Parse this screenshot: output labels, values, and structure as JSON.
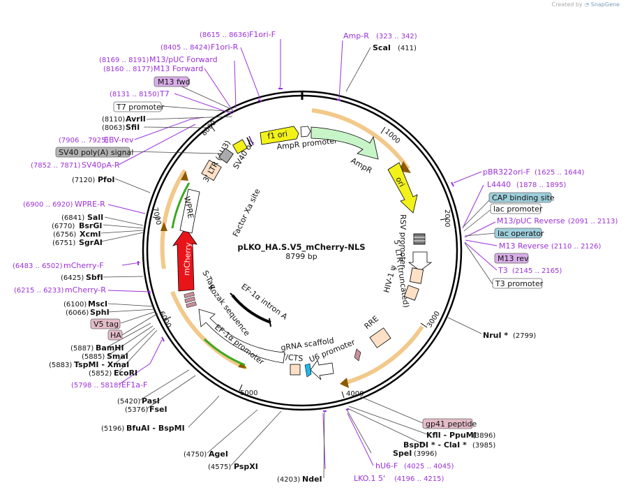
{
  "credit": {
    "prefix": "Created by",
    "brand": "SnapGene"
  },
  "plasmid": {
    "name": "pLKO_HA.S.V5_mCherry-NLS",
    "length": "8799 bp"
  },
  "ticks": [
    "1000",
    "2000",
    "3000",
    "4000",
    "5000",
    "6000",
    "7000",
    "8000"
  ],
  "features": {
    "f1ori": "f1 ori",
    "amprpromoter": "AmpR promoter",
    "ampr": "AmpR",
    "ori": "ori",
    "rsv": "RSV promoter",
    "ltr5": "5' LTR (truncated)",
    "hiv": "HIV-1 ψ",
    "rre": "RRE",
    "u6": "U6 promoter",
    "grna": "gRNA scaffold",
    "cppt": "cPPT/CTS",
    "ef1a": "EF-1α promoter",
    "ef1aintron": "EF-1α intron A",
    "kozak": "Kozak sequence",
    "stag": "S-Tag",
    "mcherry": "mCherry",
    "wpre": "WPRE",
    "ltr3": "3' LTR (ΔU3)",
    "sv40ori": "SV40 ori",
    "factorxa": "Factor Xa site"
  },
  "primers": [
    {
      "name": "F1ori-F",
      "range": "(8615 .. 8636)"
    },
    {
      "name": "F1ori-R",
      "range": "(8405 .. 8424)"
    },
    {
      "name": "M13/pUC Forward",
      "range": "(8169 .. 8191)"
    },
    {
      "name": "M13 Forward",
      "range": "(8160 .. 8177)"
    },
    {
      "name": "T7",
      "range": "(8131 .. 8150)"
    },
    {
      "name": "EBV-rev",
      "range": "(7906 .. 7925)"
    },
    {
      "name": "SV40pA-R",
      "range": "(7852 .. 7871)"
    },
    {
      "name": "WPRE-R",
      "range": "(6900 .. 6920)"
    },
    {
      "name": "mCherry-F",
      "range": "(6483 .. 6502)"
    },
    {
      "name": "mCherry-R",
      "range": "(6215 .. 6233)"
    },
    {
      "name": "EF1a-F",
      "range": "(5798 .. 5818)"
    },
    {
      "name": "Amp-R",
      "range": "(323 .. 342)"
    },
    {
      "name": "pBR322ori-F",
      "range": "(1625 .. 1644)"
    },
    {
      "name": "L4440",
      "range": "(1878 .. 1895)"
    },
    {
      "name": "M13/pUC Reverse",
      "range": "(2091 .. 2113)"
    },
    {
      "name": "M13 Reverse",
      "range": "(2110 .. 2126)"
    },
    {
      "name": "T3",
      "range": "(2145 .. 2165)"
    },
    {
      "name": "hU6-F",
      "range": "(4025 .. 4045)"
    },
    {
      "name": "LKO.1 5'",
      "range": "(4196 .. 4215)"
    }
  ],
  "enzymes": [
    {
      "name": "ScaI",
      "pos": "(411)"
    },
    {
      "name": "AvrII",
      "pos": "(8110)"
    },
    {
      "name": "SfiI",
      "pos": "(8063)"
    },
    {
      "name": "PfoI",
      "pos": "(7120)"
    },
    {
      "name": "SalI",
      "pos": "(6841)"
    },
    {
      "name": "BsrGI",
      "pos": "(6770)"
    },
    {
      "name": "XcmI",
      "pos": "(6756)"
    },
    {
      "name": "SgrAI",
      "pos": "(6751)"
    },
    {
      "name": "SbfI",
      "pos": "(6425)"
    },
    {
      "name": "MscI",
      "pos": "(6100)"
    },
    {
      "name": "SphI",
      "pos": "(6066)"
    },
    {
      "name": "BamHI",
      "pos": "(5887)"
    },
    {
      "name": "SmaI",
      "pos": "(5885)"
    },
    {
      "name": "TspMI  - XmaI",
      "pos": "(5883)"
    },
    {
      "name": "EcoRI",
      "pos": "(5852)"
    },
    {
      "name": "PasI",
      "pos": "(5420)"
    },
    {
      "name": "FseI",
      "pos": "(5376)"
    },
    {
      "name": "BfuAI  - BspMI",
      "pos": "(5196)"
    },
    {
      "name": "AgeI",
      "pos": "(4750)"
    },
    {
      "name": "PspXI",
      "pos": "(4575)"
    },
    {
      "name": "NdeI",
      "pos": "(4203)"
    },
    {
      "name": "NruI *",
      "pos": "(2799)"
    },
    {
      "name": "KflI  - PpuMI",
      "pos": "(3896)"
    },
    {
      "name": "BspDI *  - ClaI *",
      "pos": "(3985)"
    },
    {
      "name": "SpeI",
      "pos": "(3996)"
    }
  ],
  "boxes": [
    {
      "name": "M13 fwd",
      "color": "#d9aee8"
    },
    {
      "name": "T7 promoter",
      "color": "#ffffff"
    },
    {
      "name": "SV40 poly(A) signal",
      "color": "#b4b4b4"
    },
    {
      "name": "V5 tag",
      "color": "#e4bcc8"
    },
    {
      "name": "HA",
      "color": "#e4bcc8"
    },
    {
      "name": "CAP binding site",
      "color": "#9ecfdc"
    },
    {
      "name": "lac promoter",
      "color": "#ffffff"
    },
    {
      "name": "lac operator",
      "color": "#9ecfdc"
    },
    {
      "name": "M13 rev",
      "color": "#d9aee8"
    },
    {
      "name": "T3 promoter",
      "color": "#ffffff"
    },
    {
      "name": "gp41 peptide",
      "color": "#e4bcc8"
    }
  ],
  "colors": {
    "primer": "#9b30d9",
    "orf_highlight": "#f2c98a",
    "mcherry": "#e8141a",
    "ori": "#f2f21a",
    "ampr": "#c8f5c8"
  }
}
